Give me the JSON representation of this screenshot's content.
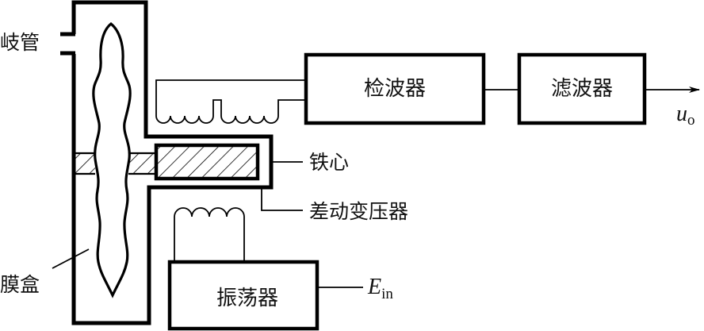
{
  "diagram": {
    "title": "",
    "labels": {
      "manifold": "岐管",
      "capsule": "膜盒",
      "iron_core": "铁心",
      "differential_transformer": "差动变压器"
    },
    "blocks": {
      "detector": "检波器",
      "filter": "滤波器",
      "oscillator": "振荡器"
    },
    "signals": {
      "output_symbol": "u",
      "output_subscript": "o",
      "input_symbol": "E",
      "input_subscript": "in"
    },
    "connections": [
      {
        "from": "secondary-coil",
        "to": "detector"
      },
      {
        "from": "detector",
        "to": "filter"
      },
      {
        "from": "filter",
        "to": "output-uo"
      },
      {
        "from": "oscillator",
        "to": "primary-coil"
      },
      {
        "from": "input-Ein",
        "to": "oscillator"
      }
    ]
  }
}
